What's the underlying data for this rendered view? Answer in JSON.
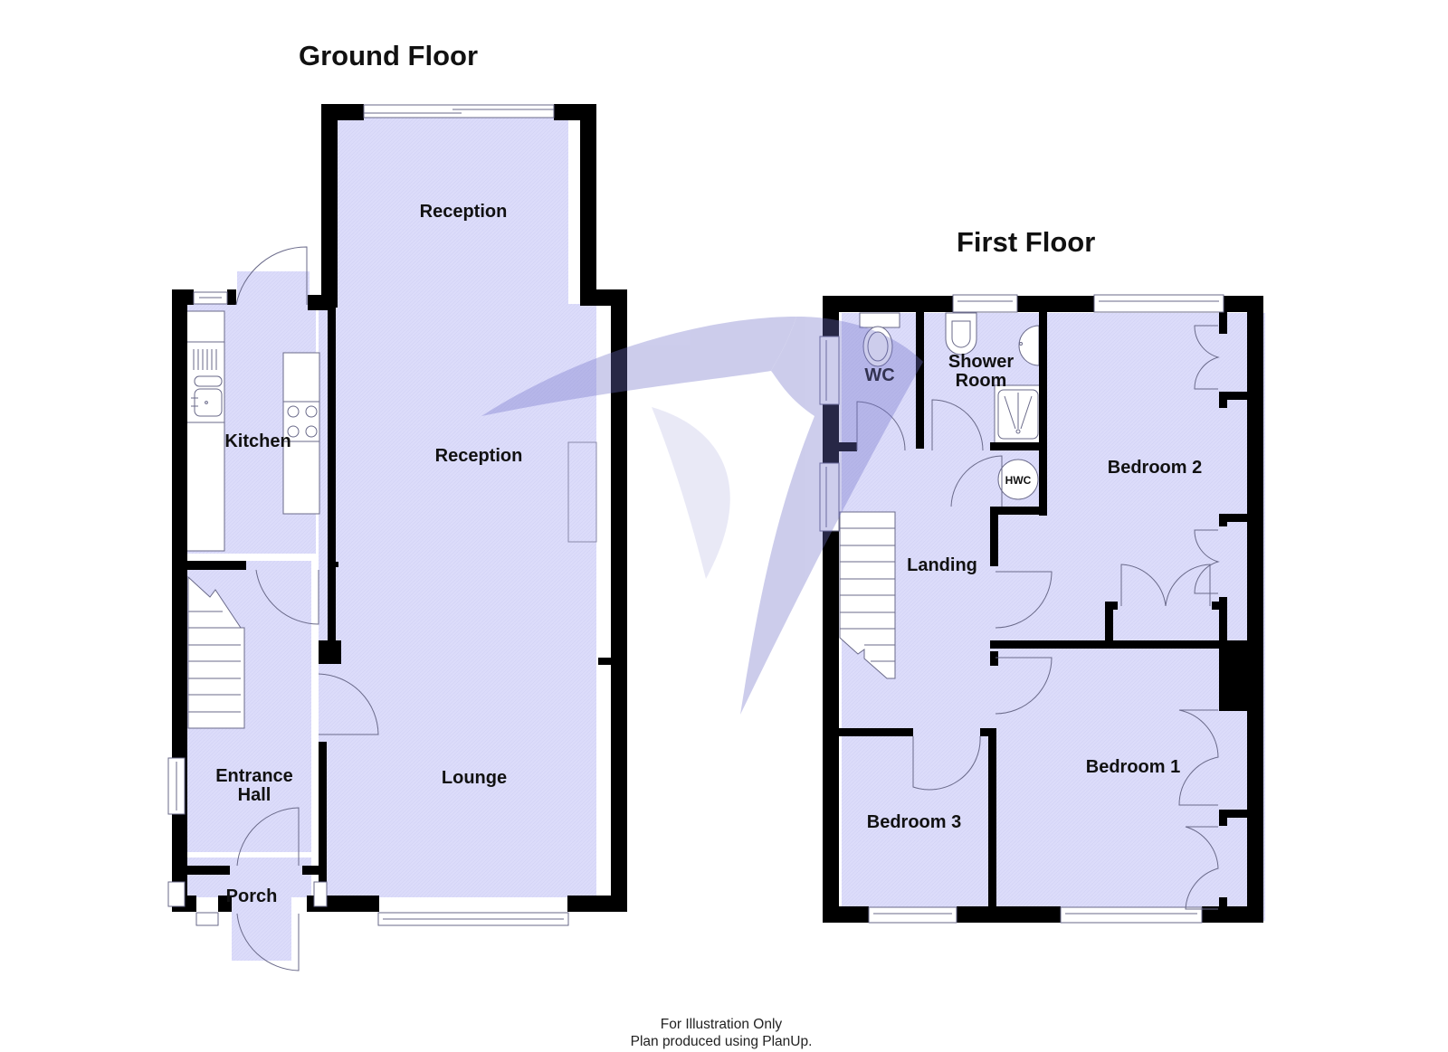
{
  "floors": {
    "ground": {
      "title": "Ground Floor",
      "rooms": {
        "reception_rear": "Reception",
        "reception": "Reception",
        "lounge": "Lounge",
        "kitchen": "Kitchen",
        "entrance_hall_line1": "Entrance",
        "entrance_hall_line2": "Hall",
        "porch": "Porch"
      }
    },
    "first": {
      "title": "First Floor",
      "rooms": {
        "wc": "WC",
        "shower_room_line1": "Shower",
        "shower_room_line2": "Room",
        "hwc": "HWC",
        "landing": "Landing",
        "bedroom_1": "Bedroom 1",
        "bedroom_2": "Bedroom 2",
        "bedroom_3": "Bedroom 3"
      }
    }
  },
  "footer": {
    "line1": "For Illustration Only",
    "line2": "Plan produced using PlanUp."
  },
  "colors": {
    "floor_fill": "#dcdcfa",
    "wall": "#000000",
    "fixture_fill": "#ffffff",
    "fixture_stroke": "#6a6a8a",
    "watermark": "#9a9ad8"
  }
}
